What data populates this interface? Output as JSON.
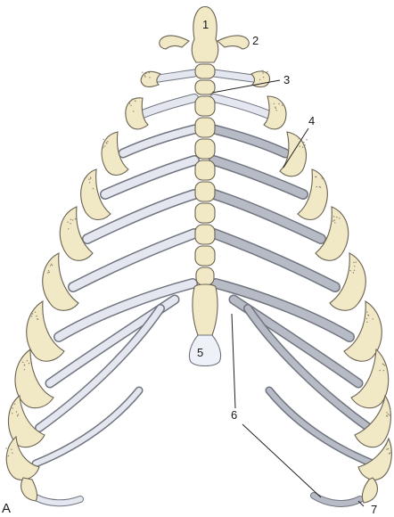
{
  "figure": {
    "panel_letter": "A",
    "labels": [
      "1",
      "2",
      "3",
      "4",
      "5",
      "6",
      "7"
    ]
  }
}
